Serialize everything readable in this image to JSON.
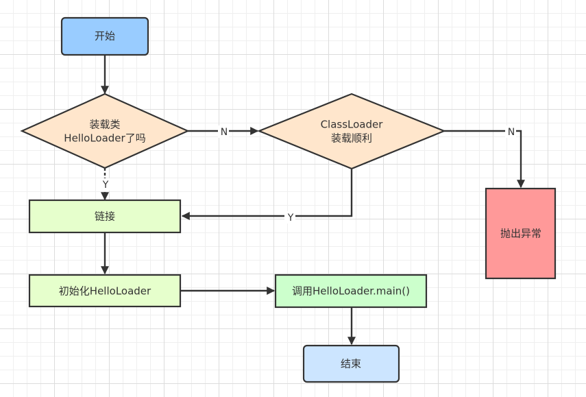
{
  "colors": {
    "start": "#99ccff",
    "decision": "#ffe6cc",
    "process": "#e6ffcc",
    "call": "#ccffcc",
    "error": "#ff9999",
    "end": "#cce5ff",
    "stroke": "#333333"
  },
  "nodes": {
    "start": "开始",
    "decision_load_line1": "装载类",
    "decision_load_line2": "HelloLoader了吗",
    "decision_classloader_line1": "ClassLoader",
    "decision_classloader_line2": "装载顺利",
    "link": "链接",
    "init": "初始化HelloLoader",
    "call_main": "调用HelloLoader.main()",
    "throw": "抛出异常",
    "end": "结束"
  },
  "edges": {
    "no_to_classloader": "N",
    "no_to_throw": "N",
    "yes_to_link": "Y",
    "classloader_yes_to_link": "Y"
  }
}
